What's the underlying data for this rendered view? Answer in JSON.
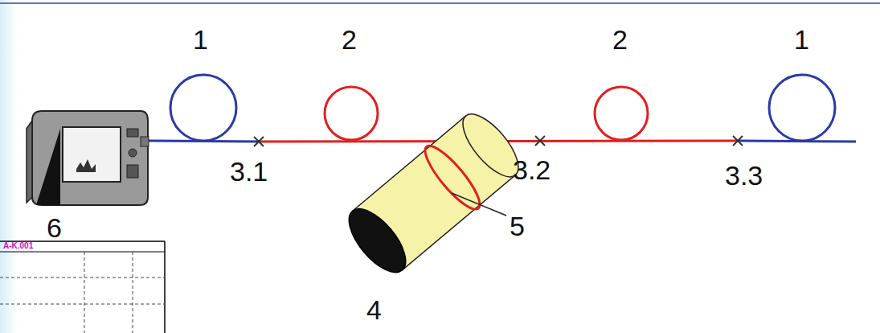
{
  "diagram": {
    "labels": [
      "1",
      "2",
      "2",
      "1",
      "3.1",
      "3.2",
      "3.3",
      "4",
      "5",
      "6",
      "A-K.001"
    ]
  }
}
